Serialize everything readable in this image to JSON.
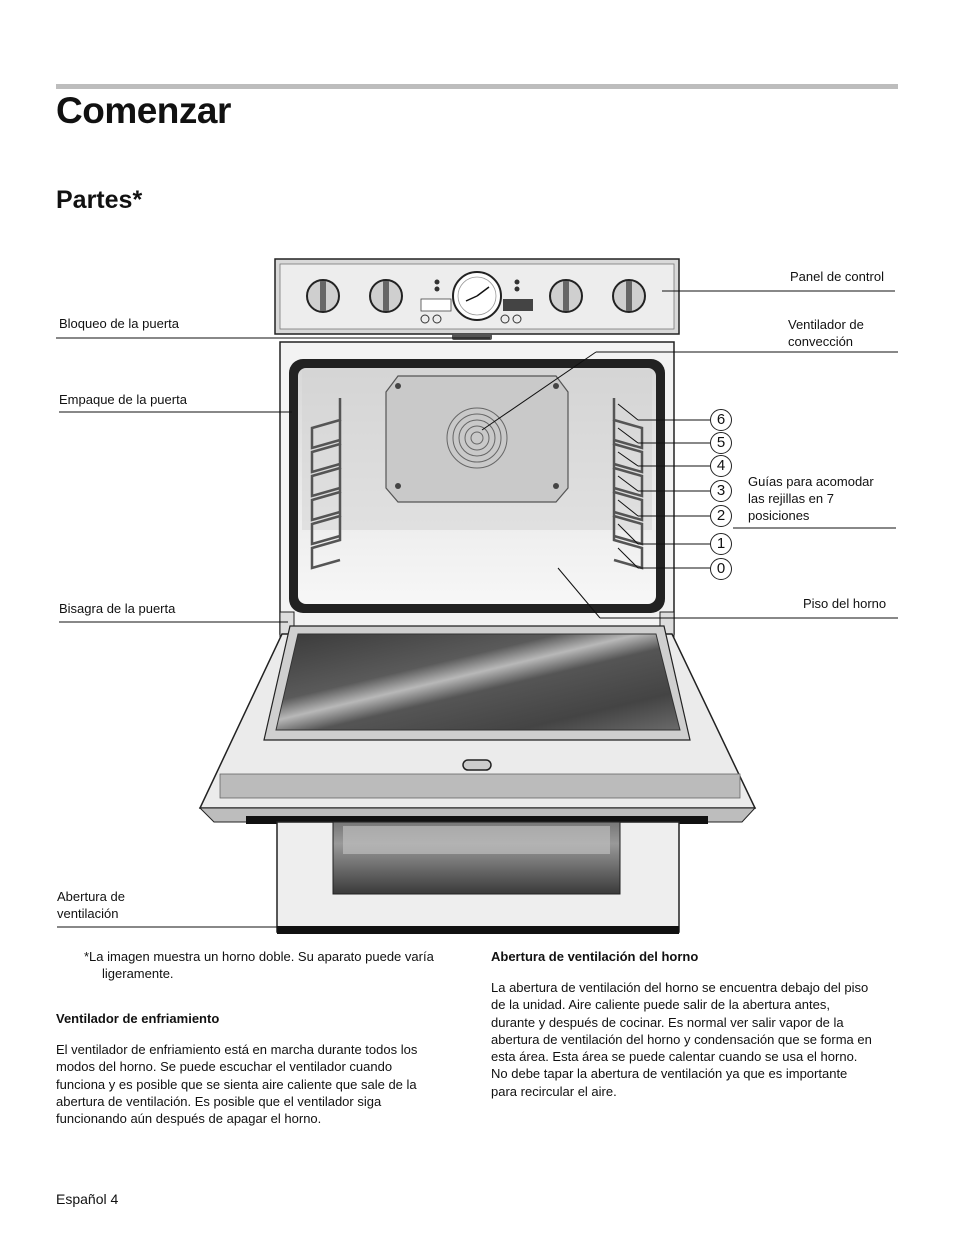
{
  "header": {
    "title": "Comenzar",
    "subtitle": "Partes*"
  },
  "labels": {
    "control_panel": "Panel de control",
    "convection_fan_line1": "Ventilador de",
    "convection_fan_line2": "convección",
    "door_lock": "Bloqueo de la puerta",
    "door_gasket": "Empaque de la puerta",
    "rack_guides_line1": "Guías para acomodar",
    "rack_guides_line2": "las rejillas en 7",
    "rack_guides_line3": "posiciones",
    "door_hinge": "Bisagra de la puerta",
    "oven_floor": "Piso del horno",
    "vent_line1": "Abertura de",
    "vent_line2": "ventilación"
  },
  "rack_positions": [
    "6",
    "5",
    "4",
    "3",
    "2",
    "1",
    "0"
  ],
  "note": "*La imagen muestra un horno doble. Su aparato puede varía ligeramente.",
  "sections": {
    "cooling_fan": {
      "heading": "Ventilador de enfriamiento",
      "lines": [
        "El ventilador de enfriamiento está en marcha durante todos los",
        "modos del horno. Se puede escuchar el ventilador cuando",
        "funciona y es posible que se sienta aire caliente que sale de la",
        "abertura de ventilación. Es posible que el ventilador siga",
        "funcionando aún después de apagar el horno."
      ]
    },
    "oven_vent": {
      "heading": "Abertura de ventilación del horno",
      "lines": [
        "La abertura de ventilación del horno se encuentra debajo del piso",
        "de la unidad. Aire caliente puede salir de la abertura antes,",
        "durante y después de cocinar. Es normal ver salir vapor de la",
        "abertura de ventilación del horno y condensación que se forma en",
        "esta área. Esta área se puede calentar cuando se usa el horno.",
        "No debe tapar la abertura de ventilación ya que es importante",
        "para recircular el aire."
      ]
    }
  },
  "footer": {
    "page_label": "Español 4"
  }
}
